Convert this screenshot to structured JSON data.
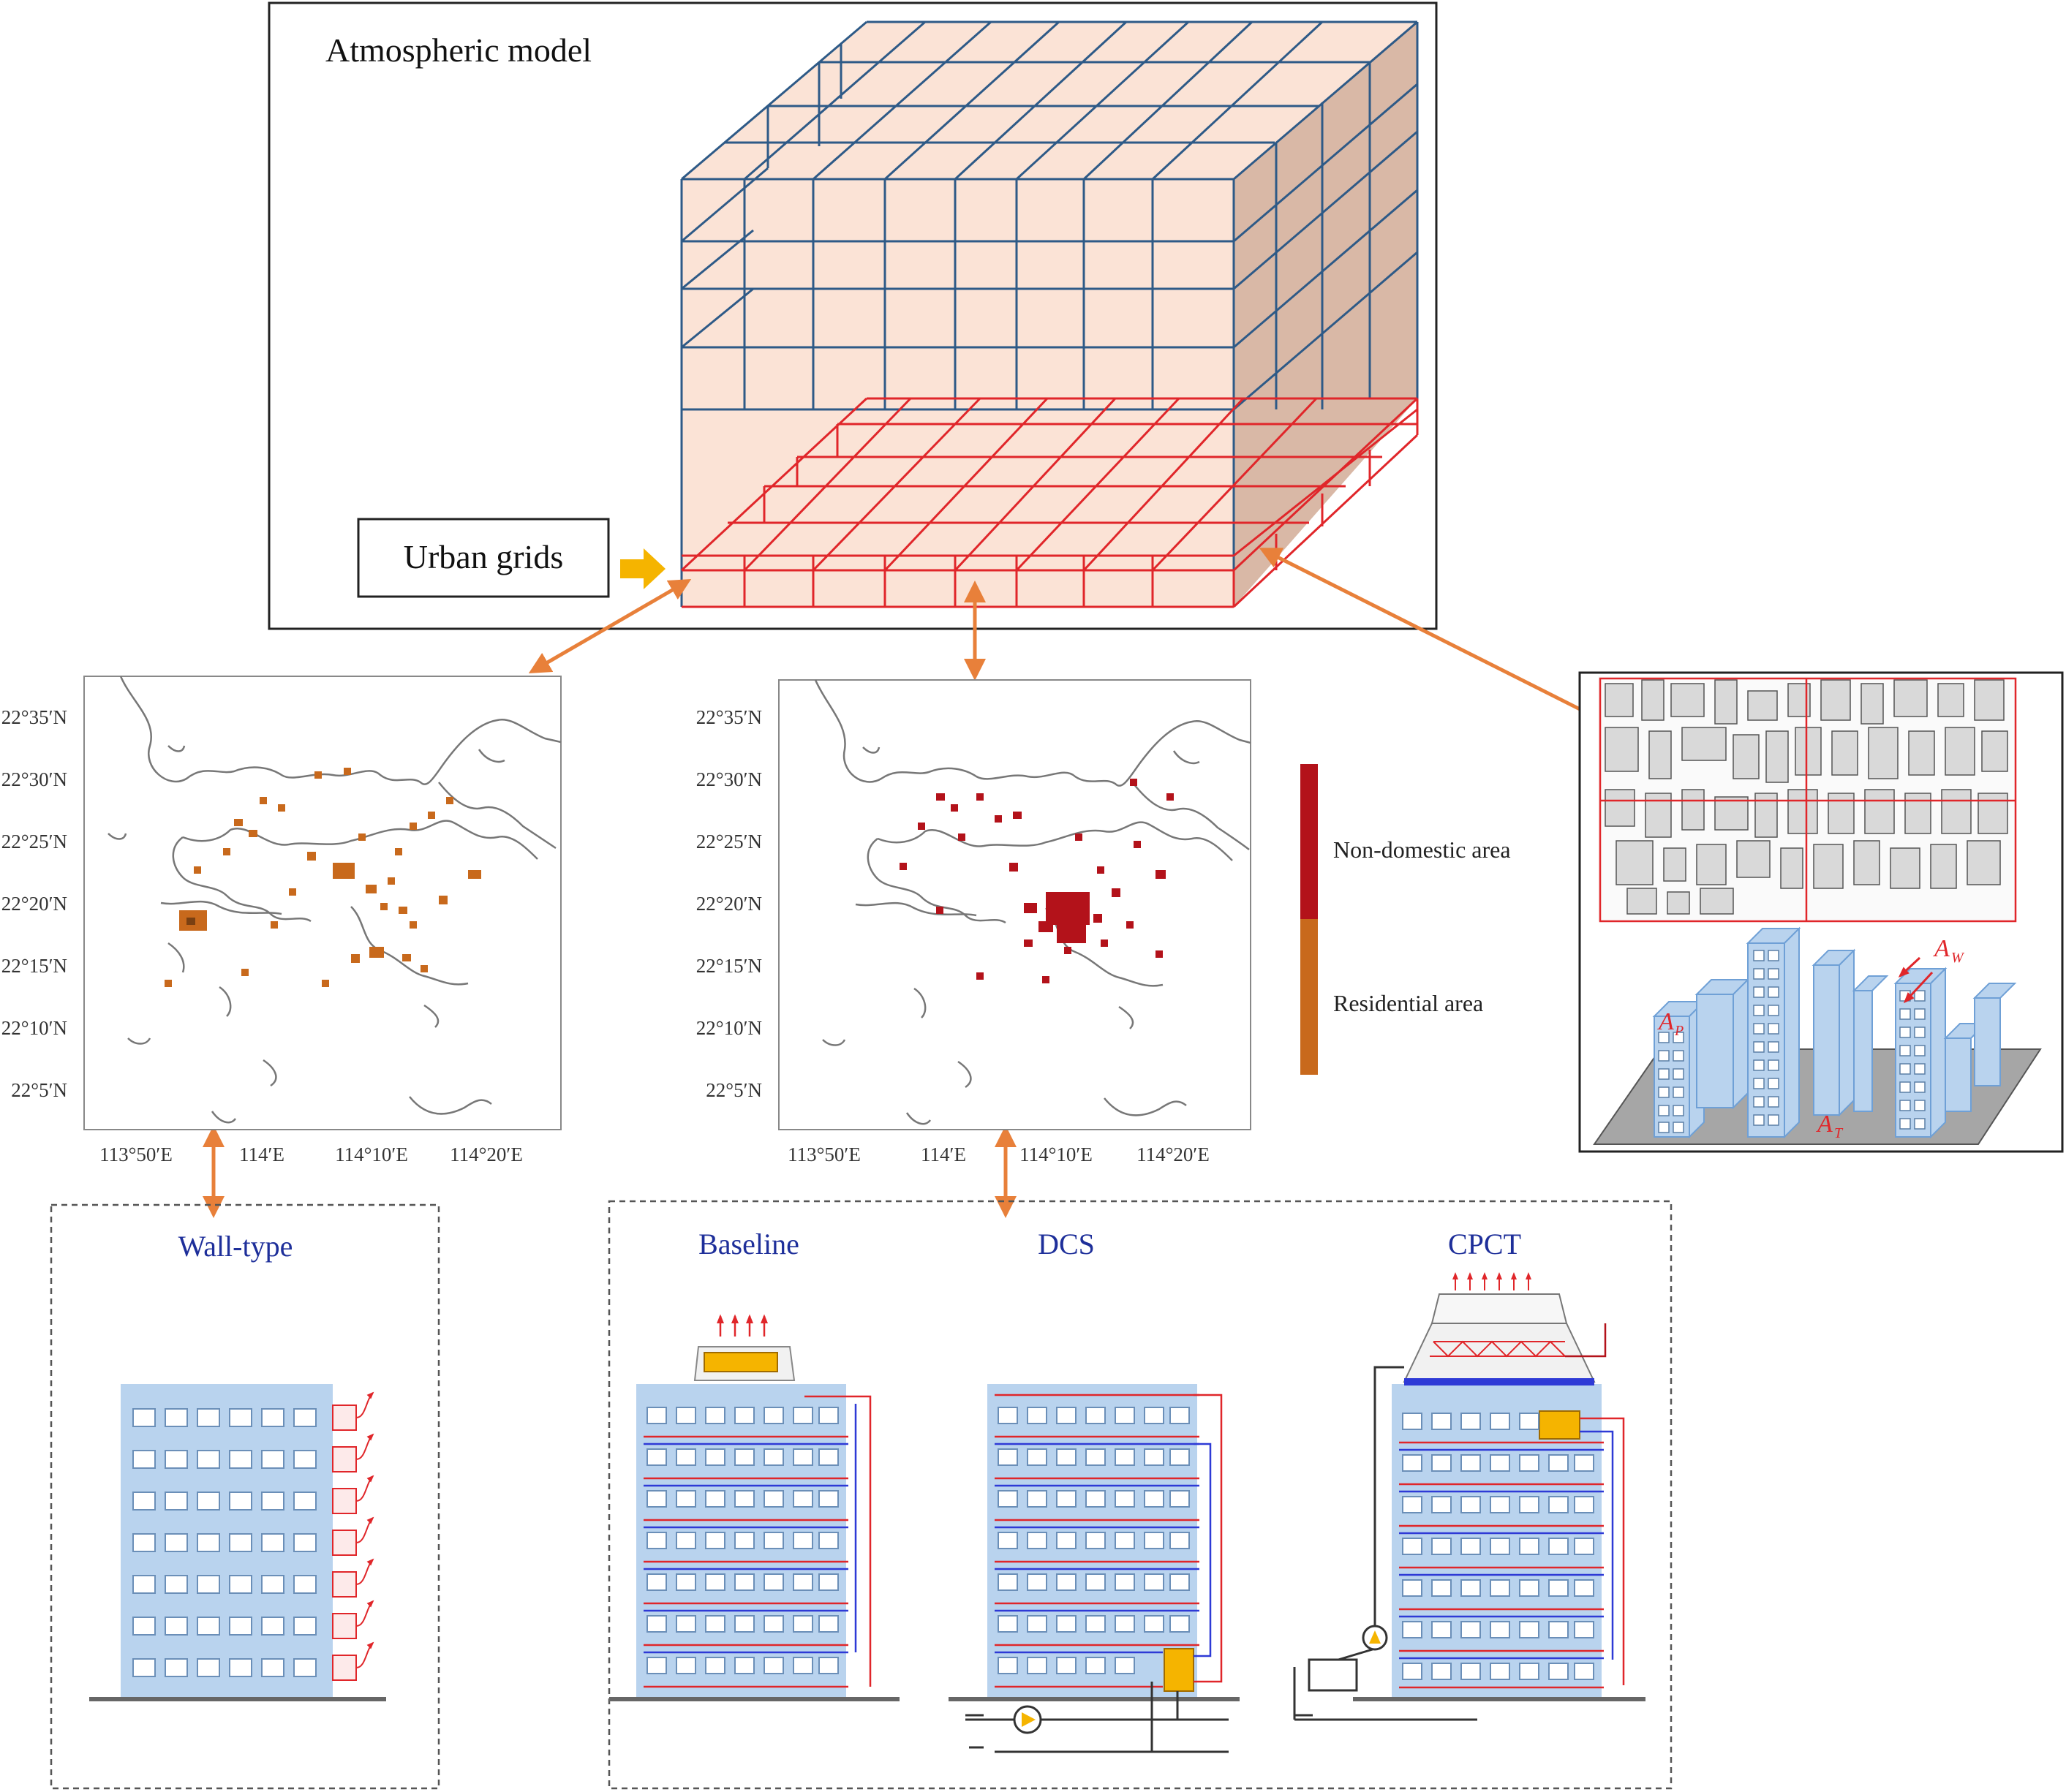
{
  "model_panel": {
    "title": "Atmospheric model",
    "urban_grids_label": "Urban grids"
  },
  "maps": {
    "lat_labels": [
      "22°35′N",
      "22°30′N",
      "22°25′N",
      "22°20′N",
      "22°15′N",
      "22°10′N",
      "22°5′N"
    ],
    "lon_labels": [
      "113°50′E",
      "114′E",
      "114°10′E",
      "114°20′E"
    ]
  },
  "legend": {
    "items": [
      {
        "label": "Non-domestic area",
        "color": "#b3121a"
      },
      {
        "label": "Residential area",
        "color": "#c8691c"
      }
    ]
  },
  "building_panel": {
    "labels": {
      "ap": "A",
      "ap_sub": "P",
      "aw": "A",
      "aw_sub": "W",
      "at": "A",
      "at_sub": "T"
    }
  },
  "systems": {
    "left_box_title": "Wall-type",
    "titles": [
      "Baseline",
      "DCS",
      "CPCT"
    ]
  },
  "colors": {
    "grid_blue": "#2e5a87",
    "urban_red": "#e0262a",
    "cube_fill": "#fbe3d6",
    "cube_side": "#d9b8a6",
    "arrow_orange": "#e8803a",
    "building_blue": "#b9d3ee",
    "title_blue": "#1e2f9a"
  }
}
